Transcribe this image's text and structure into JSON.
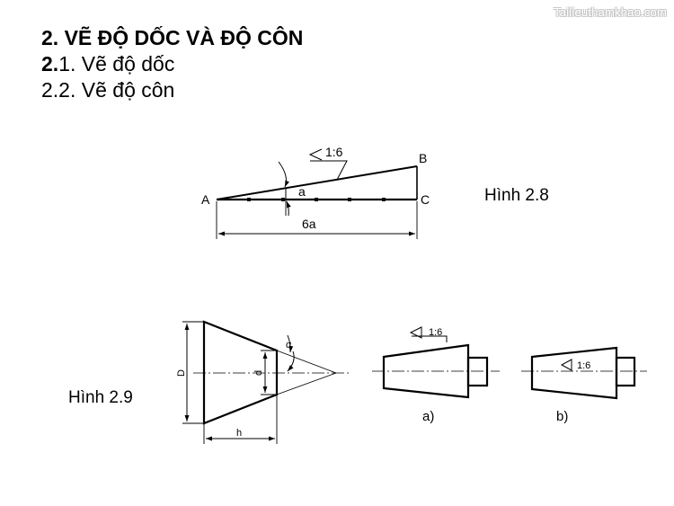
{
  "watermark": "Tailieuthamkhao.com",
  "heading": {
    "title": "2. VẼ ĐỘ DỐC VÀ ĐỘ CÔN",
    "item1_prefix": "2.",
    "item1_rest": "1. Vẽ độ dốc",
    "item2": "2.2. Vẽ độ côn"
  },
  "figure_2_8": {
    "caption": "Hình 2.8",
    "ratio_label": "1:6",
    "point_a": "A",
    "point_b": "B",
    "point_c": "C",
    "segment_label": "a",
    "length_label": "6a"
  },
  "figure_2_9": {
    "caption": "Hình 2.9",
    "dim_D": "D",
    "dim_d": "d",
    "dim_h": "h",
    "angle_label": "α",
    "ratio_a": "1:6",
    "ratio_b": "1:6",
    "sub_a": "a)",
    "sub_b": "b)"
  }
}
